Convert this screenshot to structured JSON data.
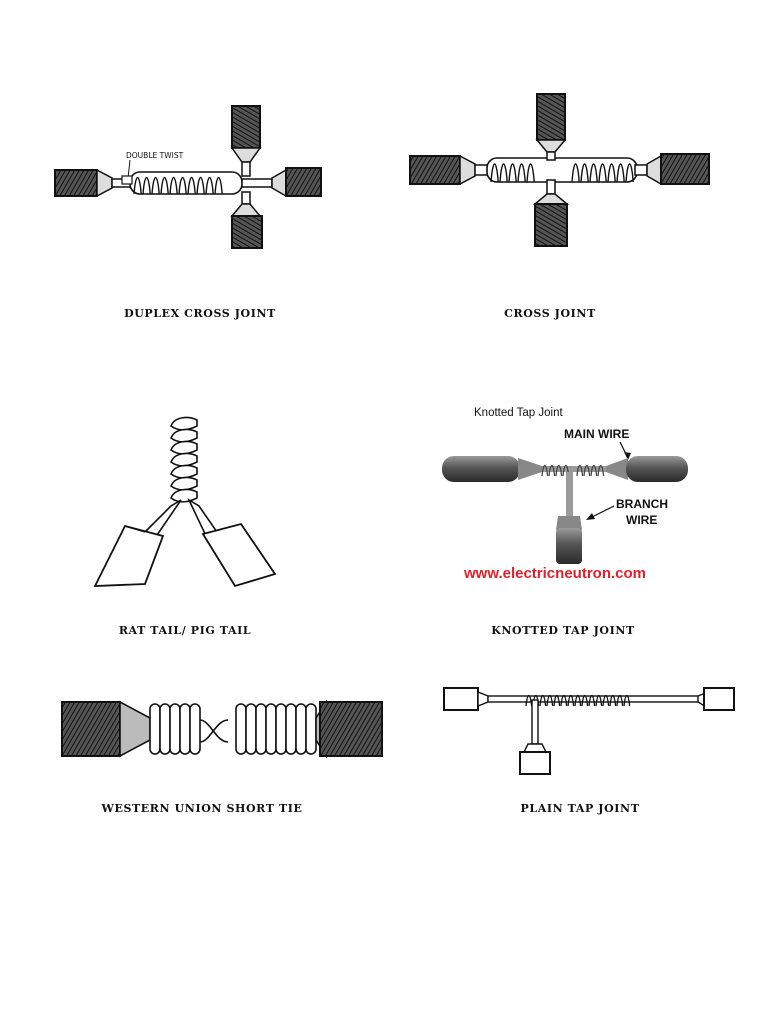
{
  "figures": [
    {
      "caption": "DUPLEX CROSS JOINT",
      "annotation": "DOUBLE TWIST"
    },
    {
      "caption": "CROSS JOINT"
    },
    {
      "caption": "RAT TAIL/ PIG TAIL"
    },
    {
      "caption": "KNOTTED TAP JOINT",
      "title": "Knotted Tap Joint",
      "main_wire": "MAIN WIRE",
      "branch_wire_line1": "BRANCH",
      "branch_wire_line2": "WIRE",
      "url": "www.electricneutron.com"
    },
    {
      "caption": "WESTERN UNION SHORT TIE"
    },
    {
      "caption": "PLAIN TAP JOINT"
    }
  ],
  "colors": {
    "ink": "#111111",
    "conductor": "#6a6a6a",
    "url": "#e0202a"
  }
}
